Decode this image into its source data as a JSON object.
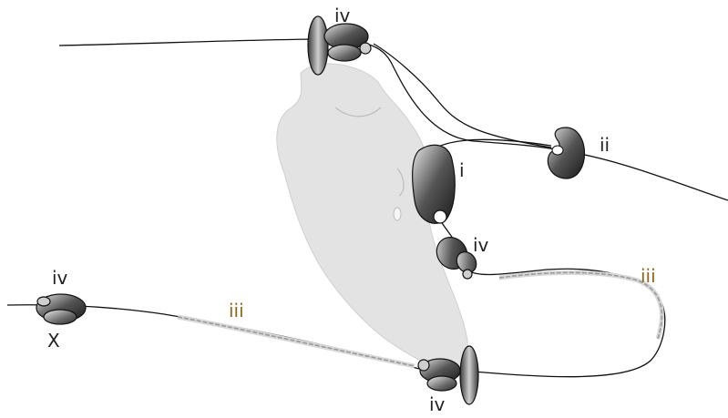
{
  "labels": {
    "i": "i",
    "ii": "ii",
    "iii_left": "iii",
    "iii_right": "iii",
    "iv_top": "iv",
    "iv_middle": "iv",
    "iv_left": "iv",
    "iv_bottom": "iv",
    "x_mark": "X"
  },
  "colors": {
    "background": "#ffffff",
    "blob_fill": "#e3e3e3",
    "strand": "#111111",
    "beads": "#9a9a9a",
    "label_gold": "#8a6a1a"
  }
}
